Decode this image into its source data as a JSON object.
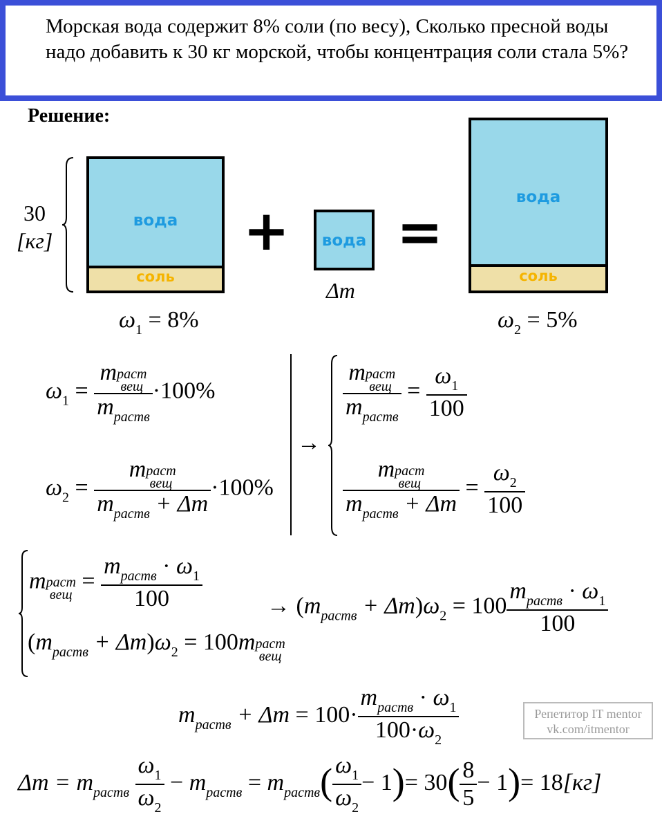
{
  "problem": {
    "text": "Морская вода содержит 8% соли (по весу), Сколько пресной воды надо добавить к 30 кг морской, чтобы концентрация соли стала 5%?"
  },
  "solution_title": "Решение:",
  "diagram": {
    "mass_value": "30",
    "mass_unit": "[кг]",
    "water_label": "вода",
    "salt_label": "соль",
    "plus": "+",
    "equals": "=",
    "delta_label": "Δm",
    "omega1_eq": "= 8%",
    "omega2_eq": "= 5%"
  },
  "formulas": {
    "m": "m",
    "rast": "раст",
    "veshch": "вещ",
    "rastv": "раств",
    "omega": "ω",
    "one": "1",
    "two": "2",
    "hundred": "100",
    "times100pct": "·100%",
    "plus_dm": "+ Δm",
    "eq": "=",
    "arrow": "→",
    "final_left": "Δm =",
    "final_mid": "= 30",
    "final_8": "8",
    "final_5": "5",
    "minus1": "− 1",
    "final_result": "= 18",
    "final_unit": "[кг]"
  },
  "watermark": {
    "line1": "Репетитор IT mentor",
    "line2": "vk.com/itmentor"
  }
}
